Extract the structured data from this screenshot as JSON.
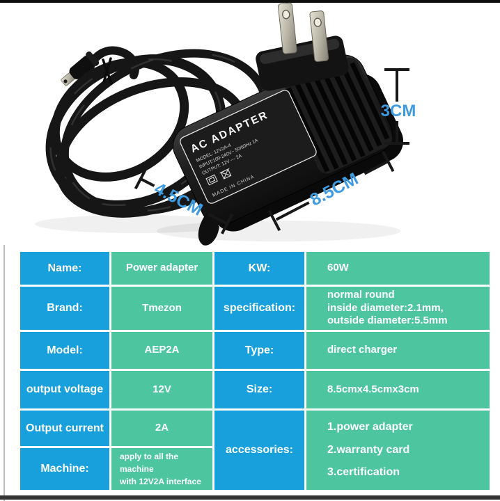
{
  "page": {
    "background": "#ffffff",
    "top_strip_color": "#0d0d0d",
    "bottom_bar_color": "#333333"
  },
  "photo": {
    "adapter_label": {
      "title": "AC ADAPTER",
      "model": "MODEL: 12V2A-4",
      "input": "INPUT:100-240V~ 50/60Hz 1A",
      "output": "OUTPUT: 12V --- 2A",
      "origin": "MADE IN CHINA"
    },
    "dimensions": {
      "height": "3CM",
      "depth": "4.5CM",
      "width": "8.5CM"
    },
    "annotation_color": "#3f9bdf"
  },
  "table": {
    "colors": {
      "label_bg": "#18a0dc",
      "value_bg": "#4dc59e",
      "text": "#ffffff"
    },
    "left": [
      {
        "label": "Name:",
        "value": "Power adapter"
      },
      {
        "label": "Brand:",
        "value": "Tmezon"
      },
      {
        "label": "Model:",
        "value": "AEP2A"
      },
      {
        "label": "output voltage",
        "value": "12V"
      },
      {
        "label": "Output current",
        "value": "2A"
      },
      {
        "label": "Machine:",
        "value": "apply to all the machine\nwith 12V2A interface"
      }
    ],
    "right": [
      {
        "label": "KW:",
        "value": "60W"
      },
      {
        "label": "specification:",
        "value": "normal round\ninside diameter:2.1mm,\noutside diameter:5.5mm"
      },
      {
        "label": "Type:",
        "value": "direct charger"
      },
      {
        "label": "Size:",
        "value": "8.5cmx4.5cmx3cm"
      },
      {
        "label": "accessories:",
        "value": "1.power adapter\n2.warranty card\n3.certification"
      }
    ]
  }
}
